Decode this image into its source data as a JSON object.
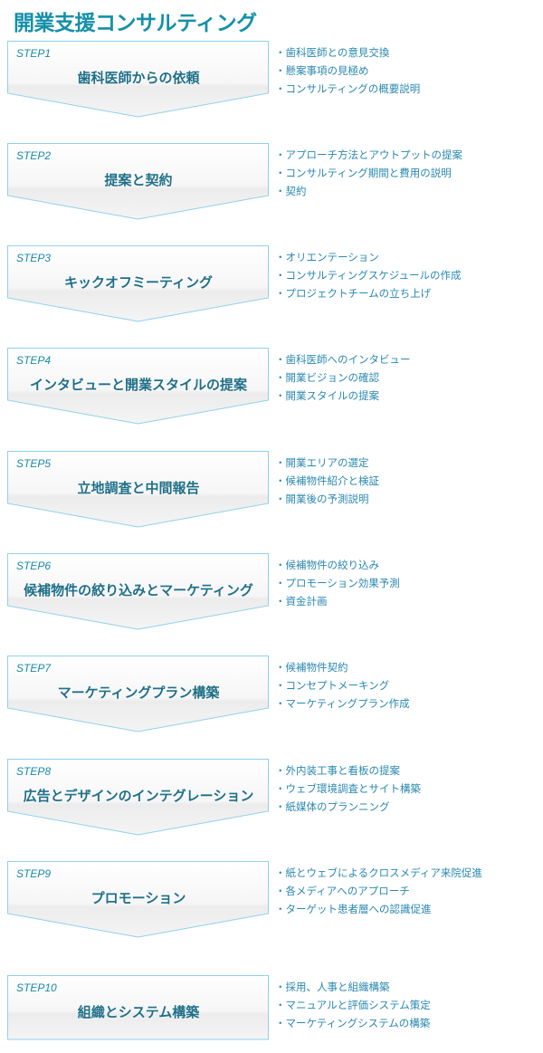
{
  "title": "開業支援コンサルティング",
  "steps": [
    {
      "label": "STEP1",
      "title": "歯科医師からの依頼",
      "items": [
        "歯科医師との意見交換",
        "懸案事項の見極め",
        "コンサルティングの概要説明"
      ]
    },
    {
      "label": "STEP2",
      "title": "提案と契約",
      "items": [
        "アプローチ方法とアウトプットの提案",
        "コンサルティング期間と費用の説明",
        "契約"
      ]
    },
    {
      "label": "STEP3",
      "title": "キックオフミーティング",
      "items": [
        "オリエンテーション",
        "コンサルティングスケジュールの作成",
        "プロジェクトチームの立ち上げ"
      ]
    },
    {
      "label": "STEP4",
      "title": "インタビューと開業スタイルの提案",
      "items": [
        "歯科医師へのインタビュー",
        "開業ビジョンの確認",
        "開業スタイルの提案"
      ]
    },
    {
      "label": "STEP5",
      "title": "立地調査と中間報告",
      "items": [
        "開業エリアの選定",
        "候補物件紹介と検証",
        "開業後の予測説明"
      ]
    },
    {
      "label": "STEP6",
      "title": "候補物件の絞り込みとマーケティング",
      "items": [
        "候補物件の絞り込み",
        "プロモーション効果予測",
        "資金計画"
      ]
    },
    {
      "label": "STEP7",
      "title": "マーケティングプラン構築",
      "items": [
        "候補物件契約",
        "コンセプトメーキング",
        "マーケティングプラン作成"
      ]
    },
    {
      "label": "STEP8",
      "title": "広告とデザインのインテグレーション",
      "items": [
        "外内装工事と看板の提案",
        "ウェブ環境調査とサイト構築",
        "紙媒体のプランニング"
      ]
    },
    {
      "label": "STEP9",
      "title": "プロモーション",
      "items": [
        "紙とウェブによるクロスメディア来院促進",
        "各メディアへのアプローチ",
        "ターゲット患者層への認識促進"
      ]
    },
    {
      "label": "STEP10",
      "title": "組織とシステム構築",
      "items": [
        "採用、人事と組織構築",
        "マニュアルと評価システム策定",
        "マーケティングシステムの構築"
      ]
    }
  ]
}
